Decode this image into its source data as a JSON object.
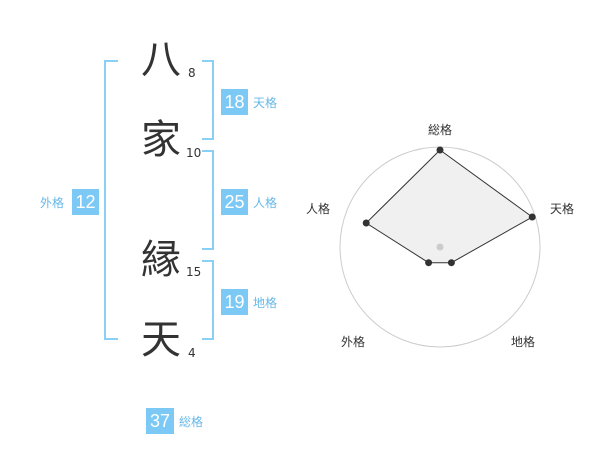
{
  "name": {
    "chars": [
      {
        "char": "八",
        "strokes": "8"
      },
      {
        "char": "家",
        "strokes": "10"
      },
      {
        "char": "縁",
        "strokes": "15"
      },
      {
        "char": "天",
        "strokes": "4"
      }
    ]
  },
  "grids": {
    "tenkaku": {
      "value": "18",
      "label": "天格"
    },
    "jinkaku": {
      "value": "25",
      "label": "人格"
    },
    "chikaku": {
      "value": "19",
      "label": "地格"
    },
    "gaikaku": {
      "value": "12",
      "label": "外格"
    },
    "soukaku": {
      "value": "37",
      "label": "総格"
    }
  },
  "chart_data": {
    "type": "radar",
    "axes": [
      "総格",
      "天格",
      "地格",
      "外格",
      "人格"
    ],
    "series": [
      {
        "values": [
          5,
          5,
          1,
          1,
          4
        ]
      }
    ],
    "max": 5,
    "rings": 5
  },
  "colors": {
    "accent": "#7cc9f5",
    "label": "#66b8ea",
    "bracket": "#8ccff6",
    "radar_fill": "#f0f0f0",
    "radar_line": "#333333",
    "ring": "#cccccc"
  }
}
